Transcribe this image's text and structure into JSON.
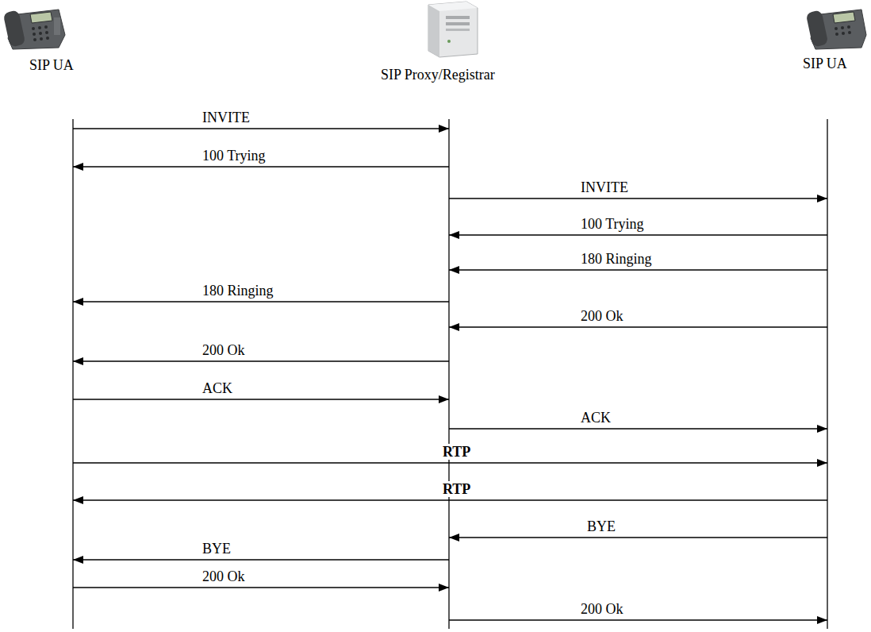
{
  "diagram": {
    "nodes": [
      {
        "text": [
          "SIP UA"
        ]
      },
      {
        "text": [
          "SIP Proxy/Registrar"
        ]
      },
      {
        "text": [
          "SIP UA"
        ]
      }
    ],
    "edges": [
      {
        "from": 0,
        "to": 1,
        "arrow": "to",
        "label": "INVITE"
      },
      {
        "from": 1,
        "to": 0,
        "arrow": "to",
        "label": "100 Trying"
      },
      {
        "from": 1,
        "to": 2,
        "arrow": "to",
        "label": "INVITE"
      },
      {
        "from": 2,
        "to": 1,
        "arrow": "to",
        "label": "100 Trying"
      },
      {
        "from": 2,
        "to": 1,
        "arrow": "to",
        "label": "180 Ringing"
      },
      {
        "from": 1,
        "to": 0,
        "arrow": "to",
        "label": "180 Ringing"
      },
      {
        "from": 2,
        "to": 1,
        "arrow": "to",
        "label": "200 Ok"
      },
      {
        "from": 1,
        "to": 0,
        "arrow": "to",
        "label": "200 Ok"
      },
      {
        "from": 0,
        "to": 1,
        "arrow": "to",
        "label": "ACK"
      },
      {
        "from": 1,
        "to": 2,
        "arrow": "to",
        "label": "ACK"
      },
      {
        "from": 0,
        "to": 2,
        "arrow": "to",
        "label": "RTP"
      },
      {
        "from": 2,
        "to": 0,
        "arrow": "to",
        "label": "RTP"
      },
      {
        "from": 2,
        "to": 1,
        "arrow": "to",
        "label": "BYE"
      },
      {
        "from": 1,
        "to": 0,
        "arrow": "to",
        "label": "BYE"
      },
      {
        "from": 0,
        "to": 1,
        "arrow": "to",
        "label": "200 Ok"
      },
      {
        "from": 1,
        "to": 2,
        "arrow": "to",
        "label": "200 Ok"
      }
    ]
  }
}
